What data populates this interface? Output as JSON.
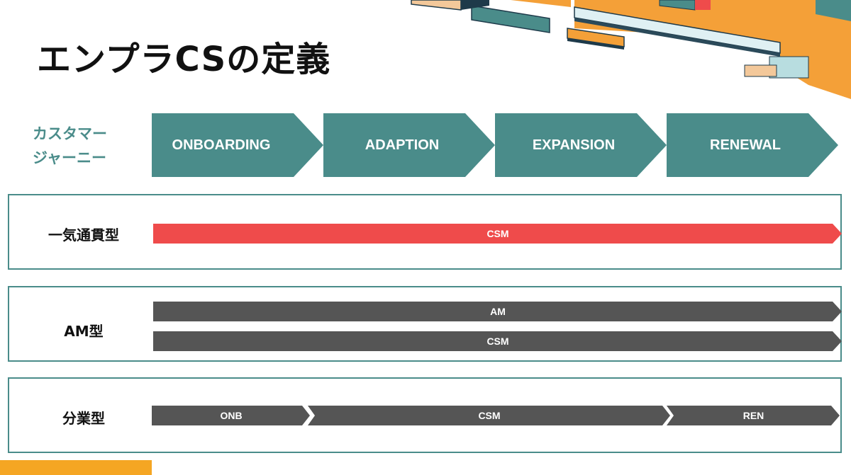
{
  "title": "エンプラCSの定義",
  "journey": {
    "label": "カスタマー\nジャーニー",
    "stages": [
      {
        "label": "ONBOARDING"
      },
      {
        "label": "ADAPTION"
      },
      {
        "label": "EXPANSION"
      },
      {
        "label": "RENEWAL"
      }
    ]
  },
  "models": [
    {
      "label": "一気通貫型",
      "bars": [
        {
          "label": "CSM",
          "color": "#ef4b4b"
        }
      ]
    },
    {
      "label": "AM型",
      "bars": [
        {
          "label": "AM",
          "color": "#555555"
        },
        {
          "label": "CSM",
          "color": "#555555"
        }
      ]
    },
    {
      "label": "分業型",
      "bars": [
        {
          "label": "ONB",
          "color": "#555555"
        },
        {
          "label": "CSM",
          "color": "#555555"
        },
        {
          "label": "REN",
          "color": "#555555"
        }
      ]
    }
  ],
  "colors": {
    "teal": "#4a8c8a",
    "red": "#ef4b4b",
    "dark_gray": "#555555",
    "orange_accent": "#f5a623"
  }
}
